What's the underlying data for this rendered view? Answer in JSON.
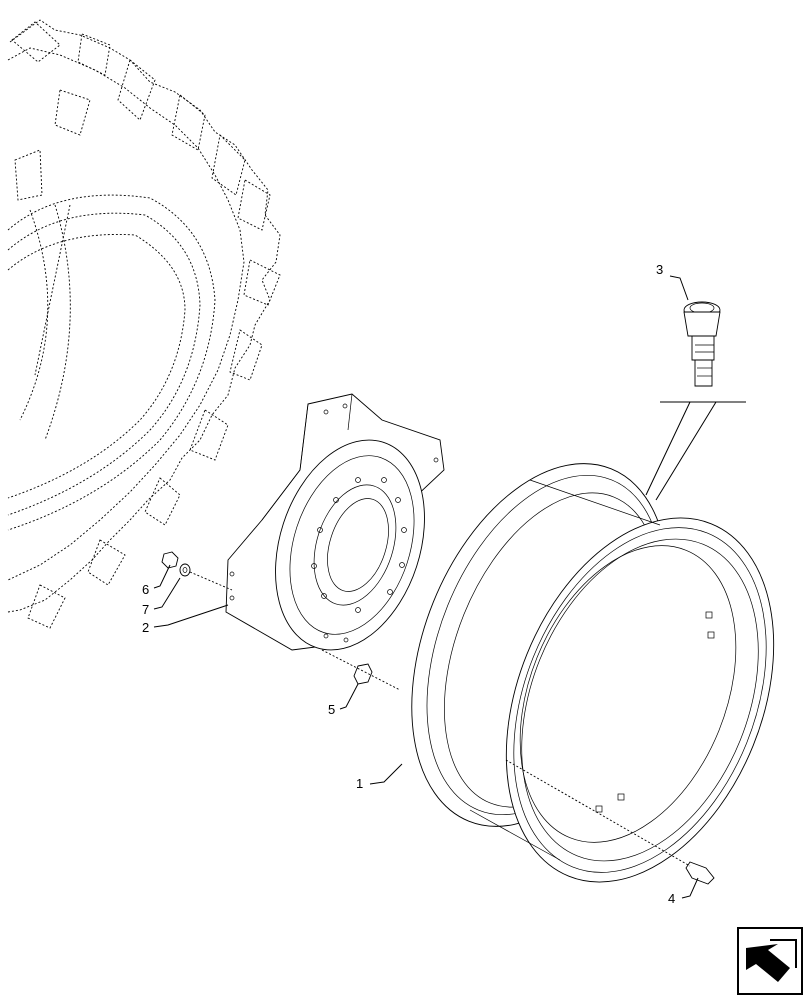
{
  "callouts": [
    {
      "id": "c1",
      "label": "1"
    },
    {
      "id": "c2",
      "label": "2"
    },
    {
      "id": "c3",
      "label": "3"
    },
    {
      "id": "c4",
      "label": "4"
    },
    {
      "id": "c5",
      "label": "5"
    },
    {
      "id": "c6",
      "label": "6"
    },
    {
      "id": "c7",
      "label": "7"
    }
  ],
  "parts": [
    {
      "ref": "1",
      "name": "wheel-rim"
    },
    {
      "ref": "2",
      "name": "wheel-disc"
    },
    {
      "ref": "3",
      "name": "tire-valve"
    },
    {
      "ref": "4",
      "name": "bolt"
    },
    {
      "ref": "5",
      "name": "nut"
    },
    {
      "ref": "6",
      "name": "nut"
    },
    {
      "ref": "7",
      "name": "washer"
    }
  ],
  "nav_icon": "arrow-back-icon"
}
